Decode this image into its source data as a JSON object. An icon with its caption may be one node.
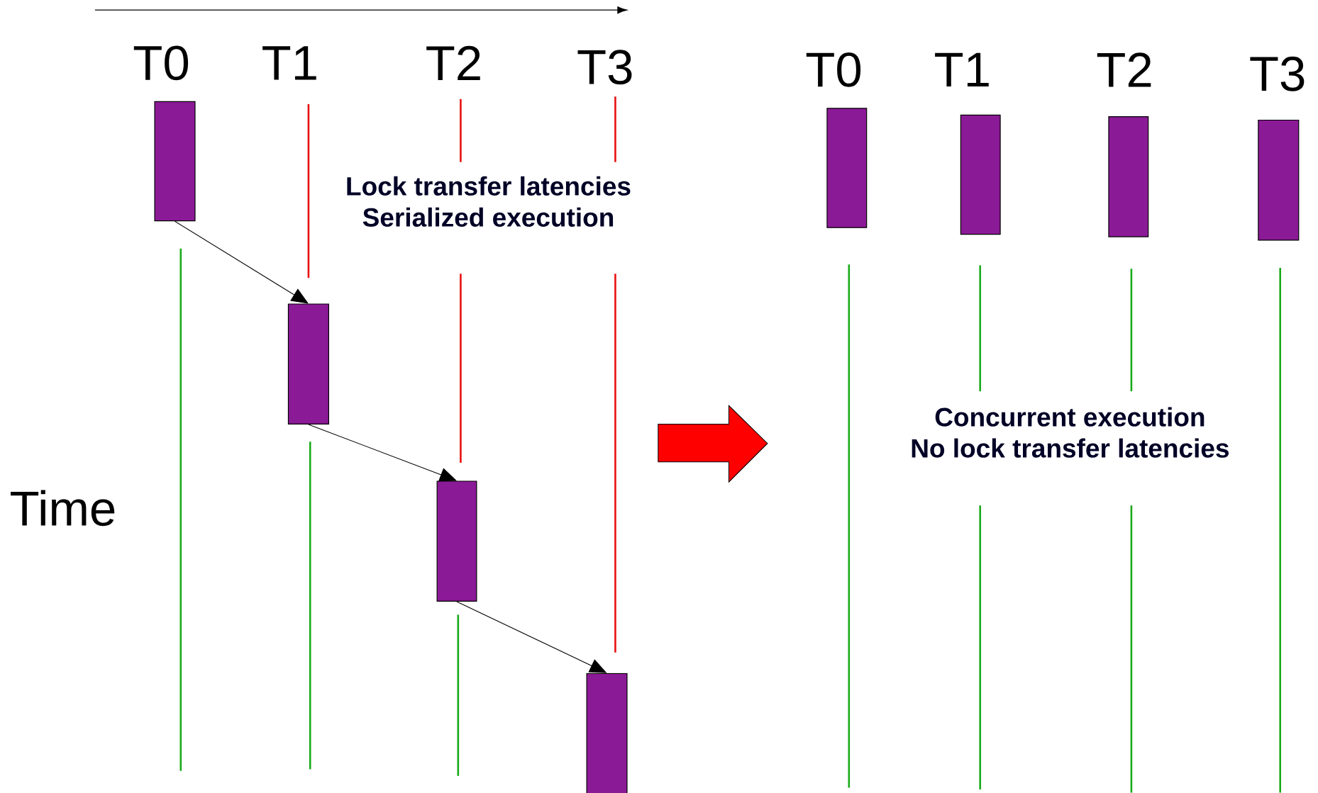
{
  "diagram": {
    "nodes": [
      {
        "text": [],
        "shape": "box"
      },
      {
        "text": [],
        "shape": "box"
      },
      {
        "text": [],
        "shape": "box"
      },
      {
        "text": [],
        "shape": "box"
      },
      {
        "text": [],
        "shape": "box"
      },
      {
        "text": [],
        "shape": "box"
      },
      {
        "text": [],
        "shape": "box"
      },
      {
        "text": [],
        "shape": "box"
      }
    ],
    "edges": [
      {
        "from": 0,
        "to": 1,
        "arrow": "to"
      },
      {
        "from": 1,
        "to": 2,
        "arrow": "to"
      },
      {
        "from": 2,
        "to": 3,
        "arrow": "to"
      }
    ],
    "labels": [
      "T0",
      "T1",
      "T2",
      "T3",
      "T0",
      "T1",
      "T2",
      "T3",
      "Lock transfer latencies Serialized execution",
      "Concurrent execution No lock transfer latencies",
      "Time"
    ]
  }
}
